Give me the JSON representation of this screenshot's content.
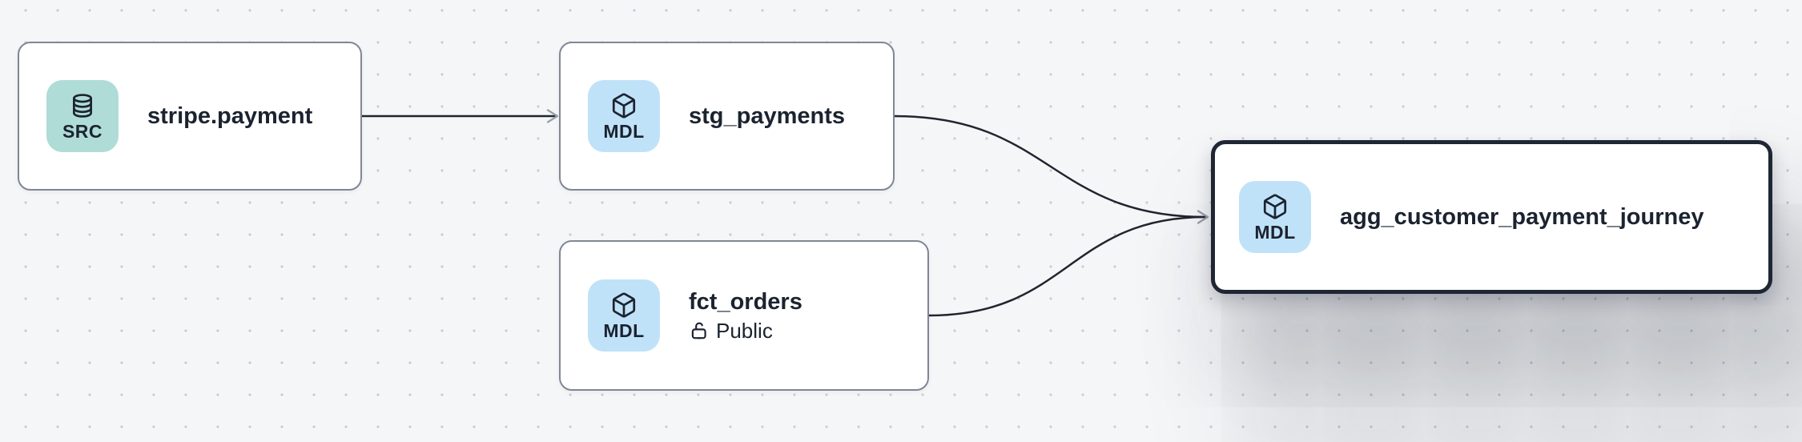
{
  "canvas": {
    "type": "data-lineage-graph",
    "background_color": "#f5f6f8",
    "dot_color": "#c7cbd3",
    "edge_color": "#20252e",
    "arrowhead_color": "#9aa1ac",
    "selected_border_color": "#1f2634",
    "node_border_color": "#7f8795"
  },
  "nodes": [
    {
      "title": "stripe.payment",
      "badge": {
        "label": "SRC",
        "icon": "database-icon",
        "background": "#afdcd7"
      },
      "selected": false
    },
    {
      "title": "stg_payments",
      "badge": {
        "label": "MDL",
        "icon": "cube-icon",
        "background": "#c0e2f9"
      },
      "selected": false
    },
    {
      "title": "fct_orders",
      "subtitle": {
        "label": "Public",
        "icon": "unlock-icon"
      },
      "badge": {
        "label": "MDL",
        "icon": "cube-icon",
        "background": "#c0e2f9"
      },
      "selected": false
    },
    {
      "title": "agg_customer_payment_journey",
      "badge": {
        "label": "MDL",
        "icon": "cube-icon",
        "background": "#c0e2f9"
      },
      "selected": true
    }
  ],
  "edges": [
    {
      "from": "stripe.payment",
      "to": "stg_payments"
    },
    {
      "from": "stg_payments",
      "to": "agg_customer_payment_journey"
    },
    {
      "from": "fct_orders",
      "to": "agg_customer_payment_journey"
    }
  ]
}
